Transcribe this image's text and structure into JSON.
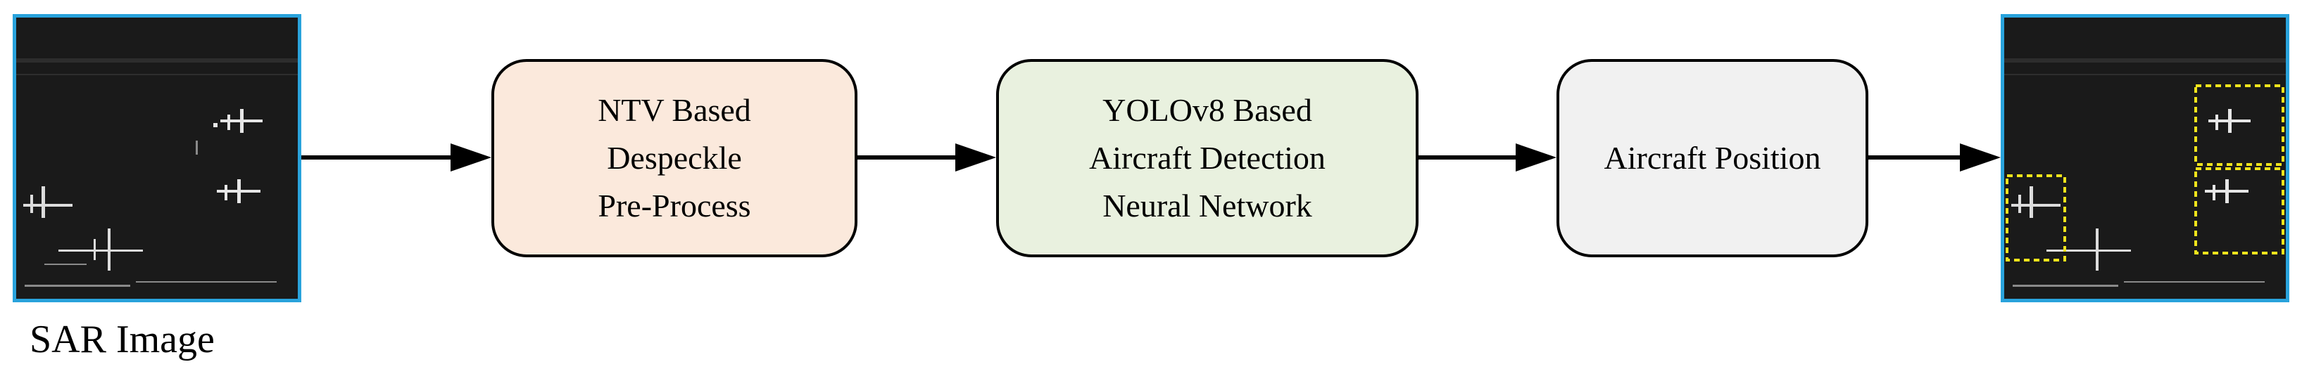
{
  "input_image": {
    "caption": "SAR Image"
  },
  "process_boxes": [
    {
      "lines": [
        "NTV Based",
        "Despeckle",
        "Pre-Process"
      ],
      "fill": "#fbe9dc"
    },
    {
      "lines": [
        "YOLOv8 Based",
        "Aircraft Detection",
        "Neural Network"
      ],
      "fill": "#e9f1df"
    },
    {
      "lines": [
        "Aircraft Position"
      ],
      "fill": "#f1f1f1"
    }
  ],
  "colors": {
    "image_border": "#29a3dc",
    "detection_box": "#f0e41c",
    "arrow": "#000000"
  }
}
